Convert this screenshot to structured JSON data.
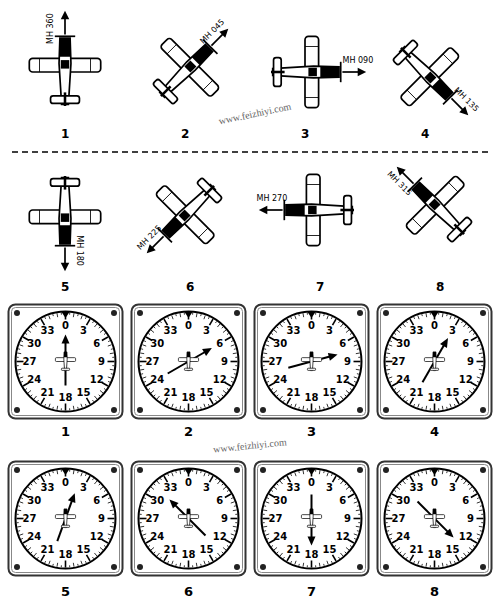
{
  "diagram": {
    "nodes": [
      {
        "text": [
          "0",
          "3",
          "6",
          "9",
          "12",
          "15",
          "18",
          "21",
          "24",
          "27",
          "30",
          "33"
        ]
      },
      {
        "text": [
          "0",
          "3",
          "6",
          "9",
          "12",
          "15",
          "18",
          "21",
          "24",
          "27",
          "30",
          "33"
        ]
      },
      {
        "text": [
          "0",
          "3",
          "6",
          "9",
          "12",
          "15",
          "18",
          "21",
          "24",
          "27",
          "30",
          "33"
        ]
      },
      {
        "text": [
          "0",
          "3",
          "6",
          "9",
          "12",
          "15",
          "18",
          "21",
          "24",
          "27",
          "30",
          "33"
        ]
      },
      {
        "text": [
          "0",
          "3",
          "6",
          "9",
          "12",
          "15",
          "18",
          "21",
          "24",
          "27",
          "30",
          "33"
        ]
      },
      {
        "text": [
          "0",
          "3",
          "6",
          "9",
          "12",
          "15",
          "18",
          "21",
          "24",
          "27",
          "30",
          "33"
        ]
      },
      {
        "text": [
          "0",
          "3",
          "6",
          "9",
          "12",
          "15",
          "18",
          "21",
          "24",
          "27",
          "30",
          "33"
        ]
      },
      {
        "text": [
          "0",
          "3",
          "6",
          "9",
          "12",
          "15",
          "18",
          "21",
          "24",
          "27",
          "30",
          "33"
        ]
      }
    ],
    "labels": [
      "MH 360",
      "1",
      "MH 045",
      "2",
      "MH 090",
      "3",
      "MH 135",
      "4",
      "www.feizhiyi.com",
      "5",
      "MH 180",
      "6",
      "MH 225",
      "7",
      "MH 270",
      "8",
      "MH 315",
      "1",
      "2",
      "3",
      "4",
      "www.feizhiyi.com",
      "5",
      "6",
      "7",
      "8"
    ]
  }
}
